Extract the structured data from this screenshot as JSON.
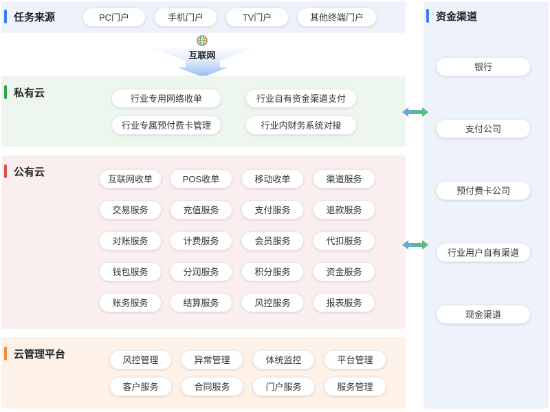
{
  "source": {
    "title": "任务来源",
    "items": [
      "PC门户",
      "手机门户",
      "TV门户",
      "其他终端门户"
    ],
    "internet_label": "互联网"
  },
  "private_cloud": {
    "title": "私有云",
    "items": [
      "行业专用网络收单",
      "行业自有资金渠道支付",
      "行业专属预付费卡管理",
      "行业内财务系统对接"
    ]
  },
  "public_cloud": {
    "title": "公有云",
    "items": [
      "互联网收单",
      "POS收单",
      "移动收单",
      "渠道服务",
      "交易服务",
      "充值服务",
      "支付服务",
      "退款服务",
      "对账服务",
      "计费服务",
      "会员服务",
      "代扣服务",
      "钱包服务",
      "分润服务",
      "积分服务",
      "资金服务",
      "账务服务",
      "结算服务",
      "风控服务",
      "报表服务"
    ]
  },
  "cloud_mgmt": {
    "title": "云管理平台",
    "items": [
      "风控管理",
      "异常管理",
      "体统监控",
      "平台管理",
      "客户服务",
      "合同服务",
      "门户服务",
      "服务管理"
    ]
  },
  "fund_channels": {
    "title": "资金渠道",
    "items": [
      "银行",
      "支付公司",
      "预付费卡公司",
      "行业用户自有渠道",
      "现金渠道"
    ]
  },
  "colors": {
    "blue_accent": "#3b7cf5",
    "green_accent": "#2ea34a",
    "red_accent": "#d9534f",
    "orange_accent": "#f08a3c"
  }
}
